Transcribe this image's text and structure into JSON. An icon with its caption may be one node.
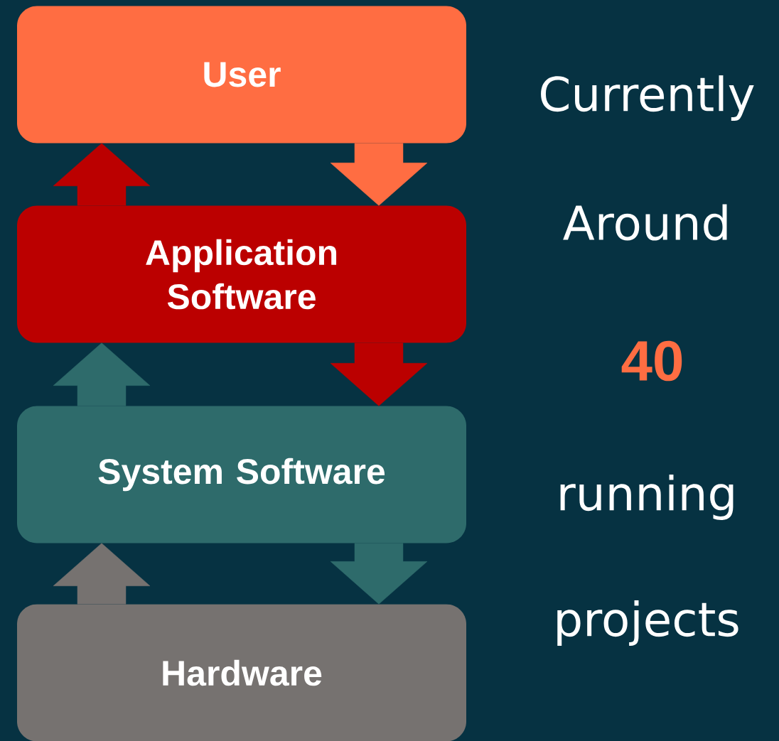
{
  "diagram": {
    "nodes": [
      {
        "text": [
          "User"
        ]
      },
      {
        "text": [
          "Application Software"
        ]
      },
      {
        "text": [
          "System Software"
        ]
      },
      {
        "text": [
          "Hardware"
        ]
      }
    ],
    "edges": [
      {
        "from": 0,
        "to": 1,
        "arrow": "to",
        "color": "#ff6d42"
      },
      {
        "from": 1,
        "to": 0,
        "arrow": "to",
        "color": "#bb0000"
      },
      {
        "from": 1,
        "to": 2,
        "arrow": "to",
        "color": "#bb0000"
      },
      {
        "from": 2,
        "to": 1,
        "arrow": "to",
        "color": "#2e6b6b"
      },
      {
        "from": 2,
        "to": 3,
        "arrow": "to",
        "color": "#2e6b6b"
      },
      {
        "from": 3,
        "to": 2,
        "arrow": "to",
        "color": "#767270"
      }
    ],
    "labels": [
      "Currently",
      "Around",
      "40",
      "running",
      "projects"
    ]
  }
}
